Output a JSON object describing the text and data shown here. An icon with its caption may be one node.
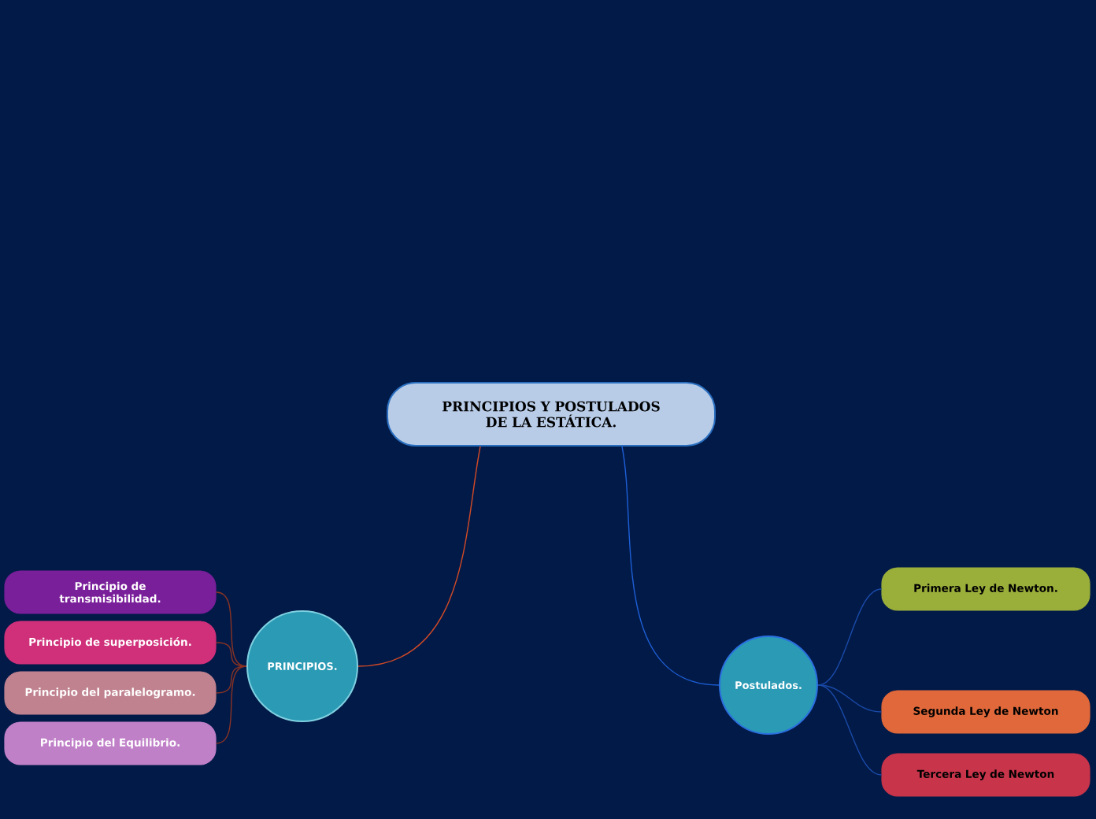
{
  "diagram": {
    "nodes": [
      {
        "text": [
          "PRINCIPIOS Y POSTULADOS DE LA ESTÁTICA."
        ]
      },
      {
        "text": [
          "PRINCIPIOS."
        ]
      },
      {
        "text": [
          "Postulados."
        ]
      },
      {
        "text": [
          "Principio de transmisibilidad."
        ]
      },
      {
        "text": [
          "Principio de superposición."
        ]
      },
      {
        "text": [
          "Principio del paralelogramo."
        ]
      },
      {
        "text": [
          "Principio del Equilibrio."
        ]
      },
      {
        "text": [
          "Primera Ley de Newton."
        ]
      },
      {
        "text": [
          "Segunda Ley de Newton"
        ]
      },
      {
        "text": [
          "Tercera Ley de Newton"
        ]
      }
    ],
    "edges": [
      {
        "from": 0,
        "to": 1,
        "arrow": "none",
        "color": "#d24a26"
      },
      {
        "from": 0,
        "to": 2,
        "arrow": "none",
        "color": "#1d5fd6"
      },
      {
        "from": 1,
        "to": 3,
        "arrow": "none",
        "color": "#8a3324"
      },
      {
        "from": 1,
        "to": 4,
        "arrow": "none",
        "color": "#8a3324"
      },
      {
        "from": 1,
        "to": 5,
        "arrow": "none",
        "color": "#8a3324"
      },
      {
        "from": 1,
        "to": 6,
        "arrow": "none",
        "color": "#8a3324"
      },
      {
        "from": 2,
        "to": 7,
        "arrow": "none",
        "color": "#1a4aa8"
      },
      {
        "from": 2,
        "to": 8,
        "arrow": "none",
        "color": "#1a4aa8"
      },
      {
        "from": 2,
        "to": 9,
        "arrow": "none",
        "color": "#1a4aa8"
      }
    ]
  }
}
